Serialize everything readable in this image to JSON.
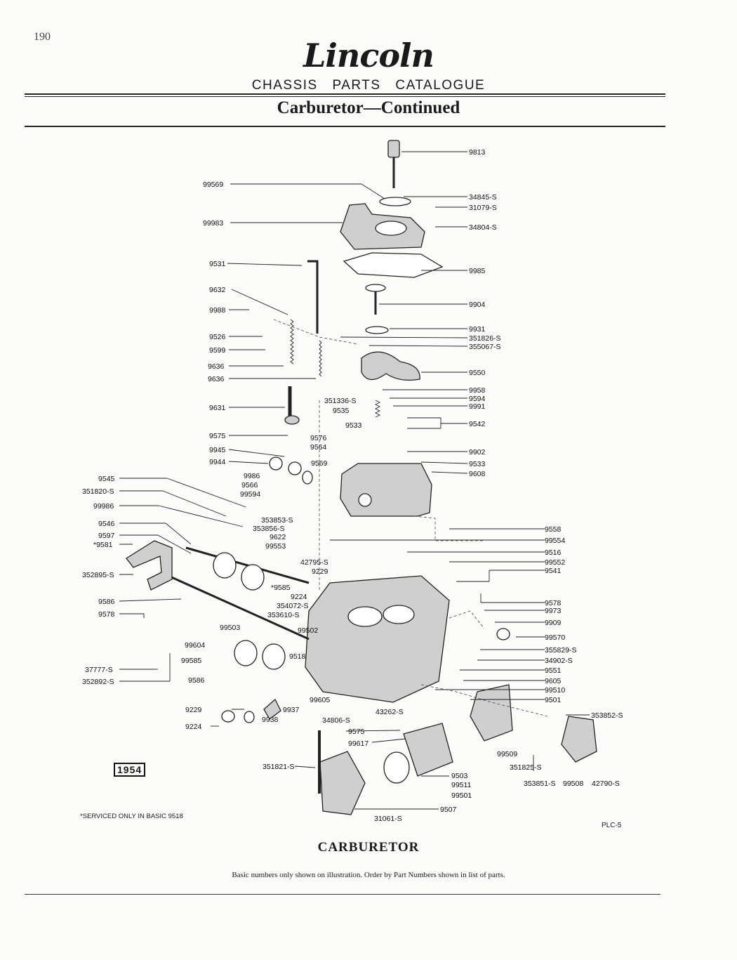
{
  "page_number": "190",
  "brand": "Lincoln",
  "catalogue_title": "CHASSIS PARTS CATALOGUE",
  "section_title": "Carburetor—Continued",
  "year_badge": "1954",
  "footnote": "*SERVICED ONLY IN BASIC 9518",
  "plate_code": "PLC-5",
  "caption_title": "CARBURETOR",
  "caption_note": "Basic numbers only shown on illustration. Order by Part Numbers shown in list of parts.",
  "labels": {
    "l9813": "9813",
    "l99569": "99569",
    "l34845s": "34845-S",
    "l31079s": "31079-S",
    "l99983": "99983",
    "l34804s": "34804-S",
    "l9531": "9531",
    "l9985": "9985",
    "l9632": "9632",
    "l9904": "9904",
    "l9988": "9988",
    "l9931": "9931",
    "l9526": "9526",
    "l351826s": "351826-S",
    "l355067s": "355067-S",
    "l9599": "9599",
    "l9636a": "9636",
    "l9636b": "9636",
    "l9550": "9550",
    "l9958": "9958",
    "l351336s": "351336-S",
    "l9594": "9594",
    "l9631": "9631",
    "l9535": "9535",
    "l9991": "9991",
    "l9542": "9542",
    "l9533a": "9533",
    "l9575a": "9575",
    "l9576": "9576",
    "l9564": "9564",
    "l9945": "9945",
    "l9902": "9902",
    "l9569": "9569",
    "l9944": "9944",
    "l9533b": "9533",
    "l9608": "9608",
    "l9986a": "9986",
    "l9545": "9545",
    "l9566": "9566",
    "l351820s": "351820-S",
    "l99594": "99594",
    "l99986": "99986",
    "l353853s": "353853-S",
    "l353856s": "353856-S",
    "l9546": "9546",
    "l9622": "9622",
    "l9558": "9558",
    "l9597": "9597",
    "l99553": "99553",
    "l99554": "99554",
    "l9581": "*9581",
    "l42795s": "42795-S",
    "l9516": "9516",
    "l9229a": "9229",
    "l99552": "99552",
    "l352895s": "352895-S",
    "l9541": "9541",
    "l9585": "*9585",
    "l9224a": "9224",
    "l9586a": "9586",
    "l354072s": "354072-S",
    "l9578a": "9578",
    "l353610s": "353610-S",
    "l9578b": "9578",
    "l9973": "9973",
    "l99503": "99503",
    "l9909": "9909",
    "l99502": "99502",
    "l99604": "99604",
    "l99570": "99570",
    "l99585": "99585",
    "l9518": "9518",
    "l355829s": "355829-S",
    "l37777s": "37777-S",
    "l34902s": "34902-S",
    "l352892s": "352892-S",
    "l9551": "9551",
    "l9586b": "9586",
    "l9605": "9605",
    "l99510": "99510",
    "l99605": "99605",
    "l9501": "9501",
    "l9229b": "9229",
    "l9937": "9937",
    "l43262s": "43262-S",
    "l353852s": "353852-S",
    "l9938": "9938",
    "l34806s": "34806-S",
    "l9224b": "9224",
    "l9575b": "9575",
    "l99617": "99617",
    "l99509": "99509",
    "l351825s": "351825-S",
    "l351821s": "351821-S",
    "l9503": "9503",
    "l99511": "99511",
    "l99501": "99501",
    "l353851s": "353851-S",
    "l99508": "99508",
    "l42790s": "42790-S",
    "l9507": "9507",
    "l31061s": "31061-S"
  }
}
